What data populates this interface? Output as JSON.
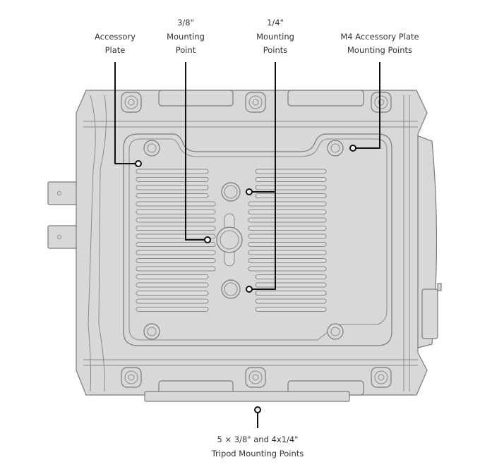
{
  "title": "Camera bottom mounting points",
  "callouts": {
    "accessory_plate": [
      "Accessory",
      "Plate"
    ],
    "mount_3_8": [
      "3/8\"",
      "Mounting",
      "Point"
    ],
    "mount_1_4": [
      "1/4\"",
      "Mounting",
      "Points"
    ],
    "m4_plate": [
      "M4 Accessory Plate",
      "Mounting Points"
    ],
    "tripod": [
      "5 × 3/8\" and 4x1/4\"",
      "Tripod Mounting Points"
    ]
  }
}
